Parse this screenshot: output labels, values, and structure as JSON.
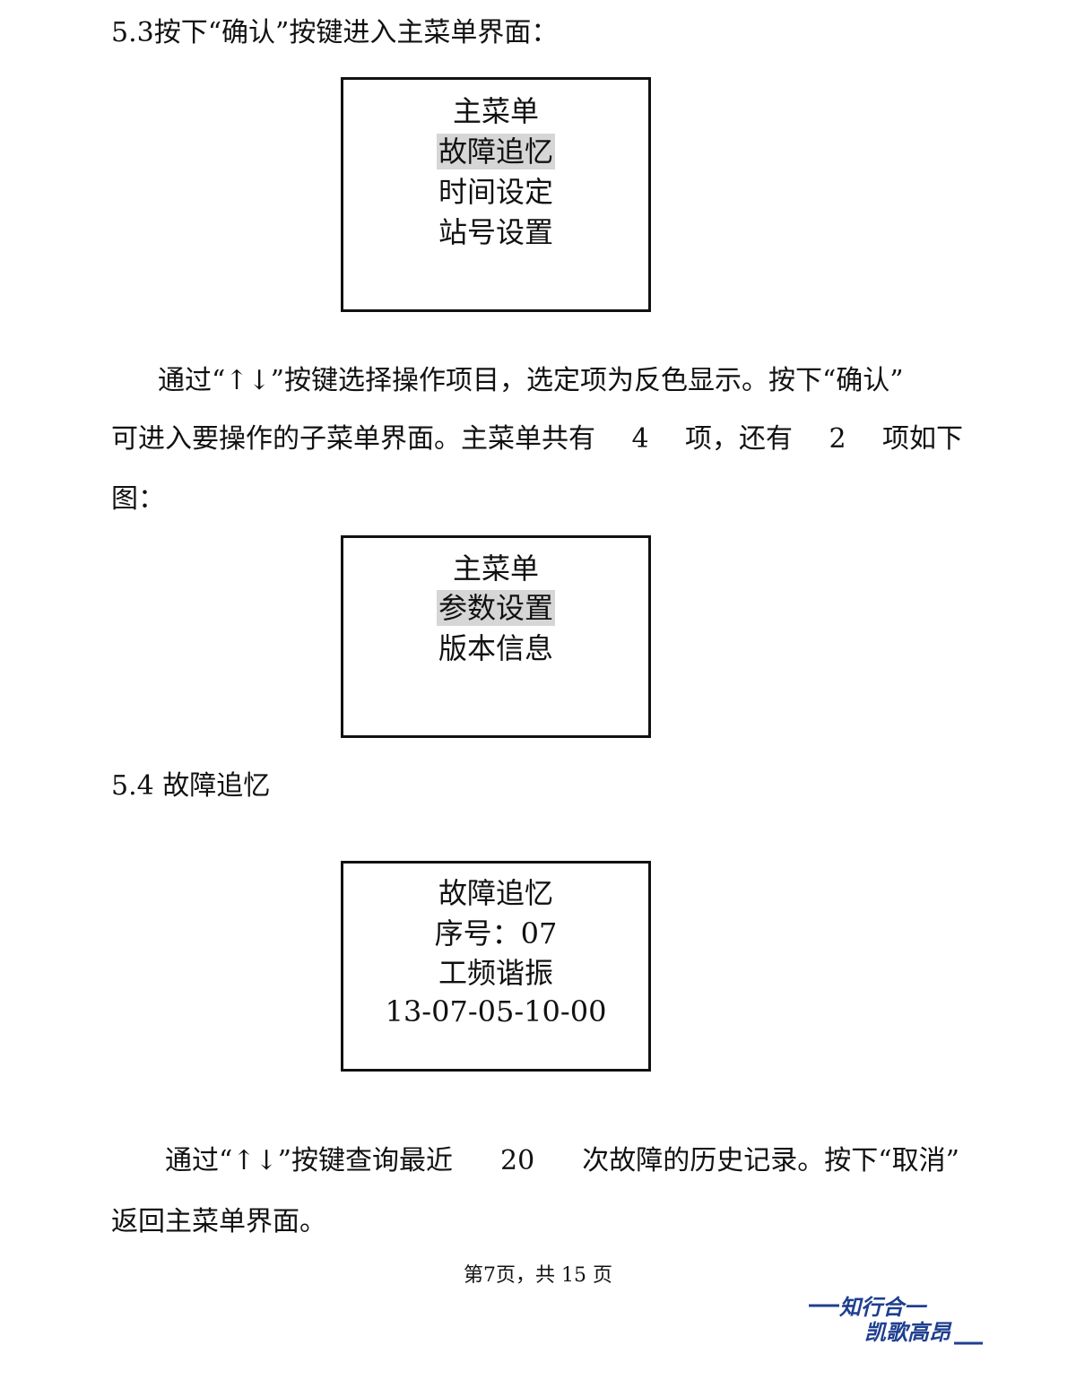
{
  "heading_53": "5.3按下“确认”按键进入主菜单界面：",
  "screen1": {
    "title": "主菜单",
    "items": [
      "故障追忆",
      "时间设定",
      "站号设置"
    ],
    "selected_index": 0
  },
  "para1": {
    "line1": "通过“↑↓”按键选择操作项目，选定项为反色显示。按下“确认”",
    "line2_parts": [
      "可进入要操作的子菜单界面。主菜单共有",
      "4",
      "项，还有",
      "2",
      "项如下"
    ],
    "line3": "图："
  },
  "screen2": {
    "title": "主菜单",
    "items": [
      "参数设置",
      "版本信息"
    ],
    "selected_index": 0
  },
  "heading_54": "5.4  故障追忆",
  "screen3": {
    "title": "故障追忆",
    "seq_line": "序号：07",
    "fault_type": "工频谐振",
    "timestamp": "13-07-05-10-00"
  },
  "para2": {
    "line1_parts": [
      "通过“↑↓”按键查询最近",
      "20",
      "次故障的历史记录。按下“取消”"
    ],
    "line2": "返回主菜单界面。"
  },
  "footer": {
    "page_label": "第7页，共 15 页"
  },
  "logo": {
    "line1": "知行合一",
    "line2": "凯歌高昂",
    "color": "#1f3f8f"
  }
}
